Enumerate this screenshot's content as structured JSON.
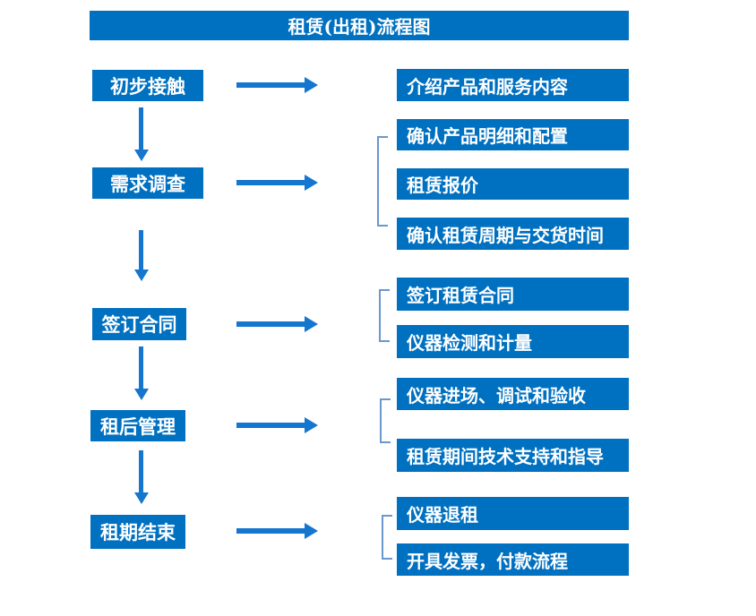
{
  "title": "租赁(出租)流程图",
  "colors": {
    "box": "#0070C0",
    "arrow": "#1476CE",
    "bracket": "#6A97CF",
    "text": "#FFFFFF",
    "background": "#FFFFFF"
  },
  "steps": [
    {
      "label": "初步接触",
      "details": [
        "介绍产品和服务内容"
      ]
    },
    {
      "label": "需求调查",
      "details": [
        "确认产品明细和配置",
        "租赁报价",
        "确认租赁周期与交货时间"
      ]
    },
    {
      "label": "签订合同",
      "details": [
        "签订租赁合同",
        "仪器检测和计量"
      ]
    },
    {
      "label": "租后管理",
      "details": [
        "仪器进场、调试和验收",
        "租赁期间技术支持和指导"
      ]
    },
    {
      "label": "租期结束",
      "details": [
        "仪器退租",
        "开具发票，付款流程"
      ]
    }
  ]
}
